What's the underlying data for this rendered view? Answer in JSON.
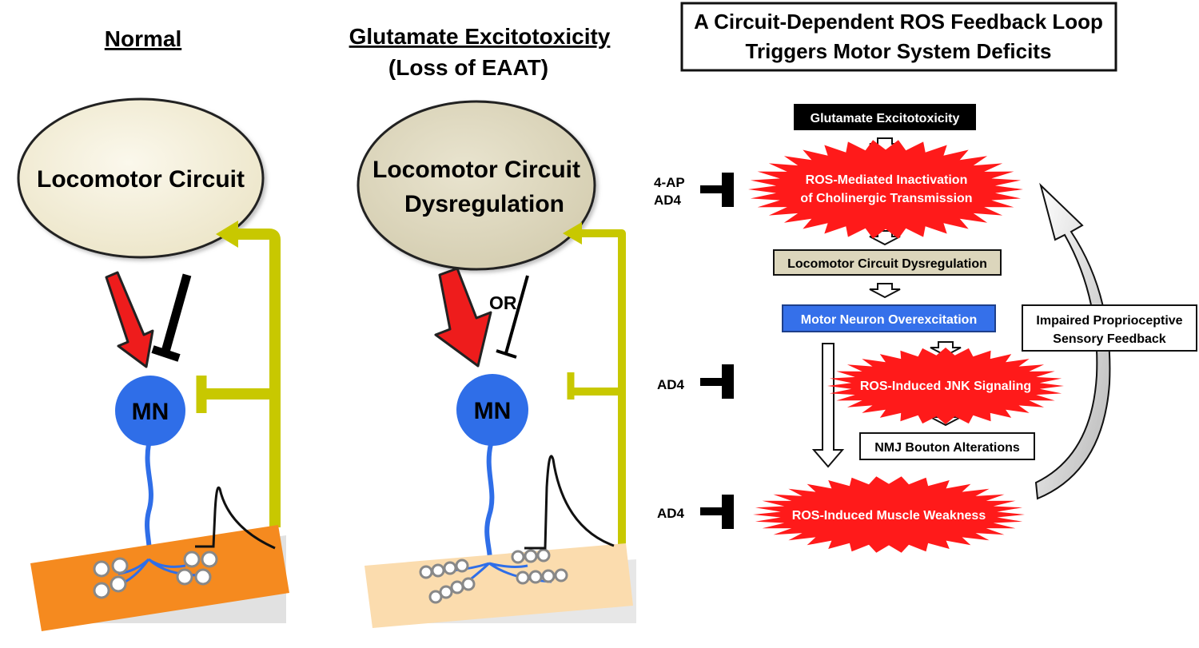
{
  "panels": {
    "normal": {
      "heading": "Normal",
      "circuit_label": "Locomotor Circuit",
      "neuron_label": "MN"
    },
    "excitotoxic": {
      "heading": "Glutamate Excitotoxicity",
      "subheading": "(Loss of EAAT)",
      "circuit_label_line1": "Locomotor Circuit",
      "circuit_label_line2": "Dysregulation",
      "or_label": "OR",
      "neuron_label": "MN"
    }
  },
  "flowchart": {
    "title_line1": "A Circuit-Dependent ROS Feedback Loop",
    "title_line2": "Triggers Motor System Deficits",
    "steps": {
      "glutamate": "Glutamate Excitotoxicity",
      "ros_inactivation_line1": "ROS-Mediated Inactivation",
      "ros_inactivation_line2": "of Cholinergic Transmission",
      "circuit_dysregulation": "Locomotor Circuit Dysregulation",
      "overexcitation": "Motor Neuron Overexcitation",
      "jnk": "ROS-Induced JNK Signaling",
      "nmj": "NMJ Bouton Alterations",
      "muscle": "ROS-Induced Muscle Weakness"
    },
    "feedback_line1": "Impaired Proprioceptive",
    "feedback_line2": "Sensory Feedback",
    "inhibitors": {
      "top_line1": "4-AP",
      "top_line2": "AD4",
      "middle": "AD4",
      "bottom": "AD4"
    }
  },
  "colors": {
    "cream": "#f4efd9",
    "dysregulation": "#dcd6bc",
    "yellow_green": "#c8c800",
    "mn_blue": "#2f6ee8",
    "muscle_orange": "#f58a1f",
    "muscle_pale": "#fbdcae",
    "ros_red": "#ff1a1a",
    "overexcitation_blue": "#3570ea"
  }
}
